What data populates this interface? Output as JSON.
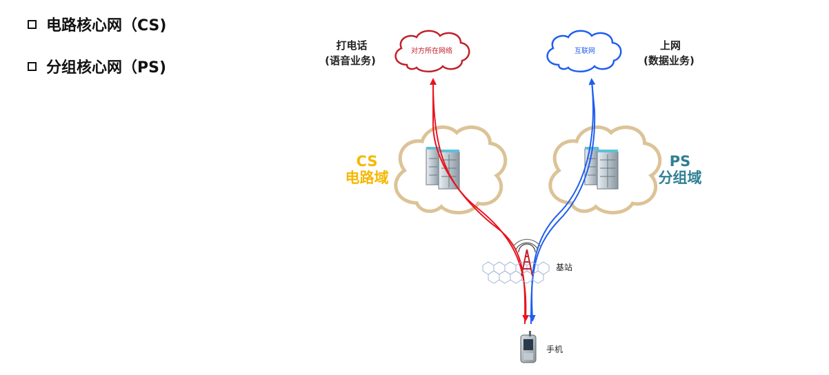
{
  "bullets": [
    {
      "text": "电路核心网（CS)"
    },
    {
      "text": "分组核心网（PS)"
    }
  ],
  "diagram": {
    "call": {
      "title": "打电话",
      "subtitle": "(语音业务)",
      "cloud_label": "对方所在网络"
    },
    "internet": {
      "title": "上网",
      "subtitle": "(数据业务)",
      "cloud_label": "互联网"
    },
    "cs_domain": {
      "line1": "CS",
      "line2": "电路域"
    },
    "ps_domain": {
      "line1": "PS",
      "line2": "分组域"
    },
    "base_station_label": "基站",
    "phone_label": "手机"
  },
  "colors": {
    "cs_path": "#e8141e",
    "ps_path": "#1f5ef0",
    "cs_text": "#f5b800",
    "ps_text": "#2f7f93",
    "domain_cloud_edge": "#c9a46a",
    "call_cloud": "#c0202a",
    "internet_cloud": "#1f5ef0"
  },
  "icons": {
    "bullet": "hollow-square",
    "server": "server-rack-icon",
    "tower": "radio-tower-icon",
    "phone": "mobile-phone-icon"
  }
}
